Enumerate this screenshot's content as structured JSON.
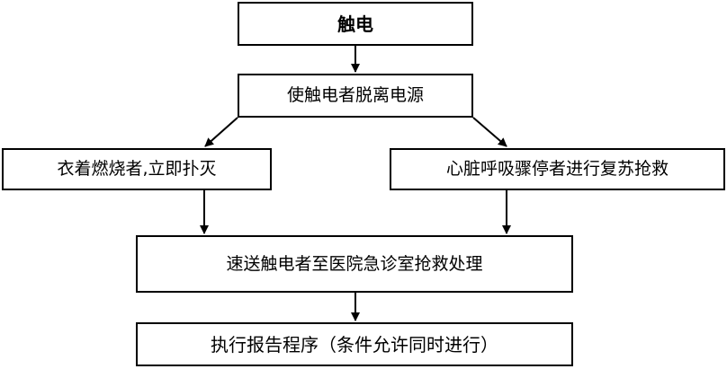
{
  "diagram": {
    "type": "flowchart",
    "line_color": "#000000",
    "box_border_color": "#000000",
    "background": "#ffffff",
    "nodes": [
      {
        "id": "shock",
        "label": "触电"
      },
      {
        "id": "disconnect",
        "label": "使触电者脱离电源"
      },
      {
        "id": "fire",
        "label": "衣着燃烧者,立即扑灭"
      },
      {
        "id": "cpr",
        "label": "心脏呼吸骤停者进行复苏抢救"
      },
      {
        "id": "hospital",
        "label": "速送触电者至医院急诊室抢救处理"
      },
      {
        "id": "report",
        "label": "执行报告程序（条件允许同时进行）"
      }
    ],
    "edges": [
      {
        "from": "shock",
        "to": "disconnect"
      },
      {
        "from": "disconnect",
        "to": "fire"
      },
      {
        "from": "disconnect",
        "to": "cpr"
      },
      {
        "from": "fire",
        "to": "hospital"
      },
      {
        "from": "cpr",
        "to": "hospital"
      },
      {
        "from": "hospital",
        "to": "report"
      }
    ]
  }
}
